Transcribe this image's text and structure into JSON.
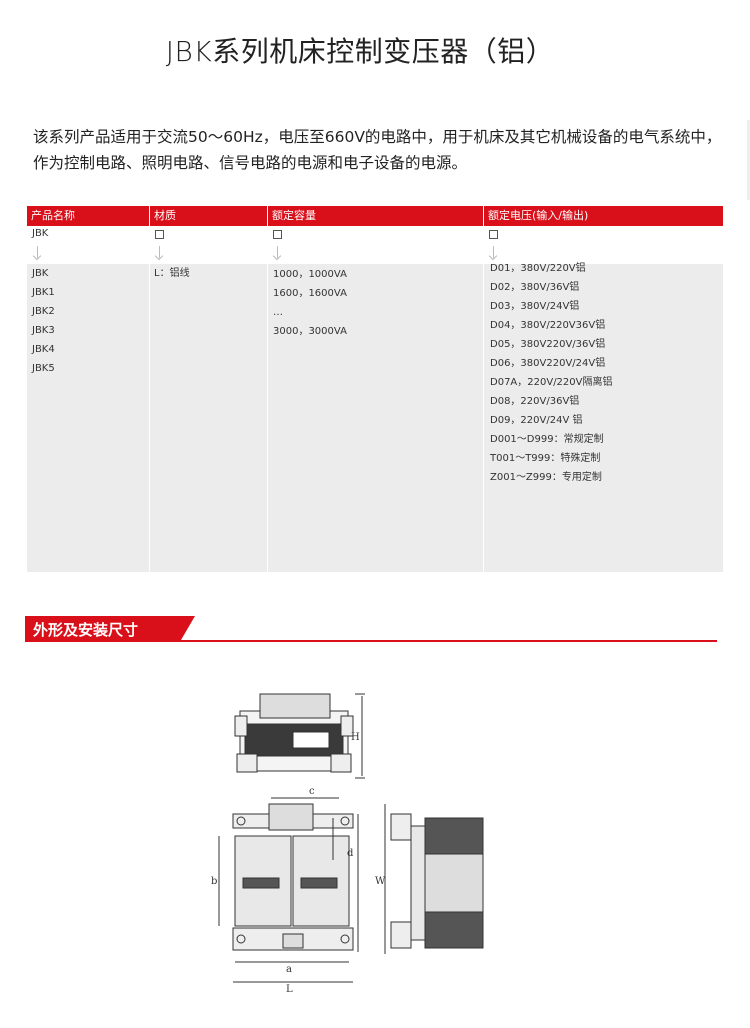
{
  "page": {
    "title": "JBK系列机床控制变压器（铝）",
    "intro": "该系列产品适用于交流50～60Hz，电压至660V的电路中，用于机床及其它机械设备的电气系统中，作为控制电路、照明电路、信号电路的电源和电子设备的电源。"
  },
  "table": {
    "headers": [
      "产品名称",
      "材质",
      "额定容量",
      "额定电压(输入/输出)"
    ],
    "header_row_value": "JBK",
    "models": [
      "JBK",
      "JBK1",
      "JBK2",
      "JBK3",
      "JBK4",
      "JBK5"
    ],
    "material": "L：铝线",
    "capacities": [
      "1000，1000VA",
      "1600，1600VA",
      "…",
      "3000，3000VA"
    ],
    "voltages": [
      "D01，380V/220V铝",
      "D02，380V/36V铝",
      "D03，380V/24V铝",
      "D04，380V/220V36V铝",
      "D05，380V220V/36V铝",
      "D06，380V220V/24V铝",
      "D07A，220V/220V隔离铝",
      "D08，220V/36V铝",
      "D09，220V/24V  铝",
      "D001～D999：常规定制",
      "T001～T999：特殊定制",
      "Z001～Z999：专用定制"
    ]
  },
  "section": {
    "title": "外形及安装尺寸"
  },
  "drawing": {
    "labels": {
      "H": "H",
      "c": "c",
      "d": "d",
      "b": "b",
      "W": "W",
      "a": "a",
      "L": "L"
    }
  },
  "colors": {
    "accent": "#d90f1a",
    "table_body": "#ececec"
  }
}
